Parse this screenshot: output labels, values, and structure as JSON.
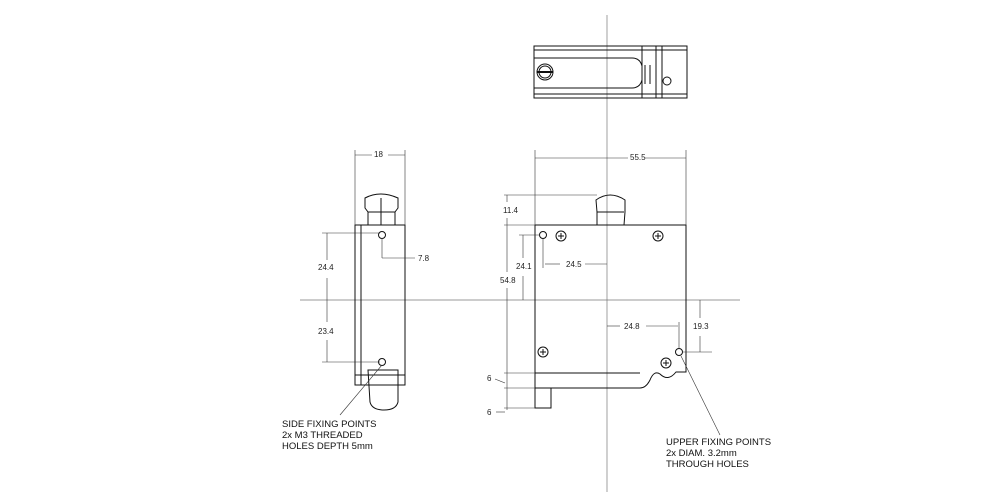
{
  "dimensions": {
    "side_width": "18",
    "side_hole_offset": "7.8",
    "side_upper": "24.4",
    "side_lower": "23.4",
    "front_width": "55.5",
    "gland_height": "11.4",
    "front_height": "54.8",
    "hole_vertical": "24.1",
    "hole_horizontal_upper": "24.5",
    "hole_horizontal_lower": "24.8",
    "hole_vertical_lower": "19.3",
    "rail_height": "6",
    "peg_height": "6"
  },
  "notes": {
    "side_fixing": "SIDE FIXING POINTS\n2x M3 THREADED\nHOLES DEPTH 5mm",
    "upper_fixing": "UPPER FIXING POINTS\n2x DIAM. 3.2mm\nTHROUGH HOLES"
  }
}
